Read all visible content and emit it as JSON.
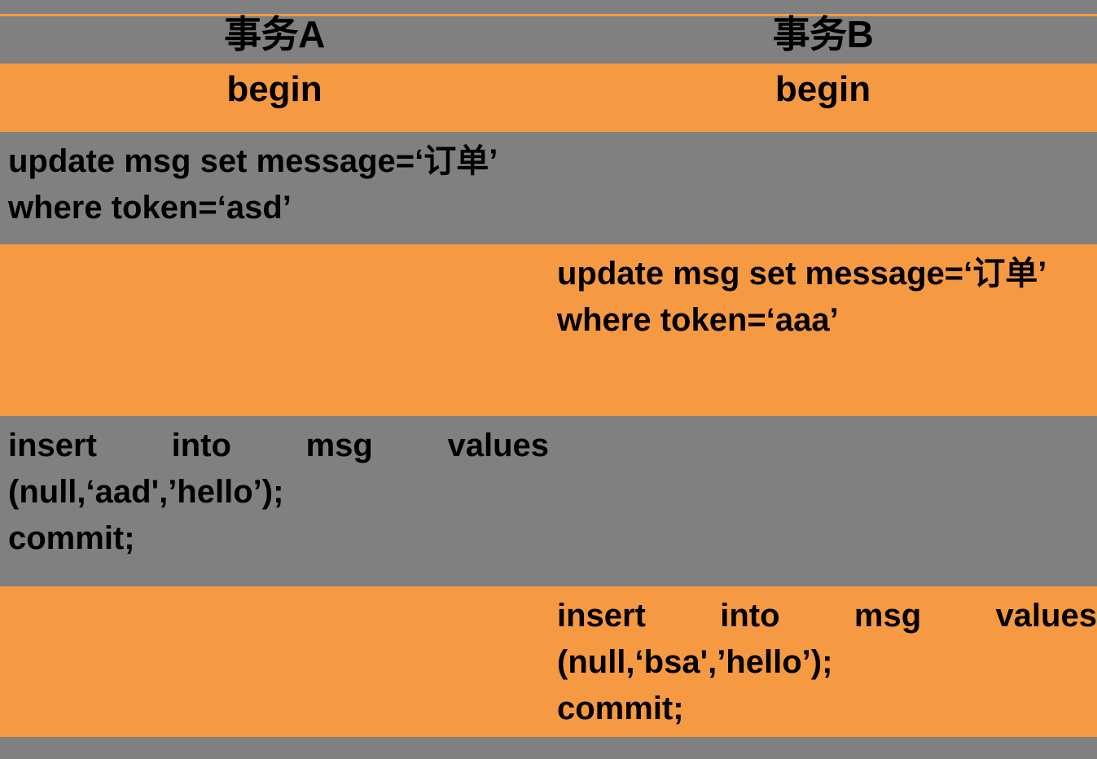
{
  "colors": {
    "background_gray": "#808080",
    "band_orange": "#F59942",
    "text": "#000000"
  },
  "table": {
    "title_row": {
      "transaction_a": "事务A",
      "transaction_b": "事务B"
    },
    "rows": [
      {
        "id": "header",
        "background": "gray",
        "a": "事务A",
        "b": "事务B"
      },
      {
        "id": "begin",
        "background": "orange",
        "a": "begin",
        "b": "begin"
      },
      {
        "id": "update-a",
        "background": "gray",
        "a_lines": [
          "update msg set message=‘订单’",
          "where token=‘asd’"
        ],
        "b_lines": []
      },
      {
        "id": "update-b",
        "background": "orange",
        "a_lines": [],
        "b_lines": [
          "update msg set message=‘订单’",
          "where token=‘aaa’"
        ]
      },
      {
        "id": "insert-a",
        "background": "gray",
        "a_line1_words": [
          "insert",
          "into",
          "msg",
          "values"
        ],
        "a_lines": [
          "(null,‘aad',’hello’);",
          "commit;"
        ],
        "b_lines": []
      },
      {
        "id": "insert-b",
        "background": "orange",
        "a_lines": [],
        "b_line1_words": [
          "insert",
          "into",
          "msg",
          "values"
        ],
        "b_lines": [
          "(null,‘bsa',’hello’);",
          "commit;"
        ]
      },
      {
        "id": "footer",
        "background": "gray",
        "a": "",
        "b": ""
      }
    ]
  }
}
